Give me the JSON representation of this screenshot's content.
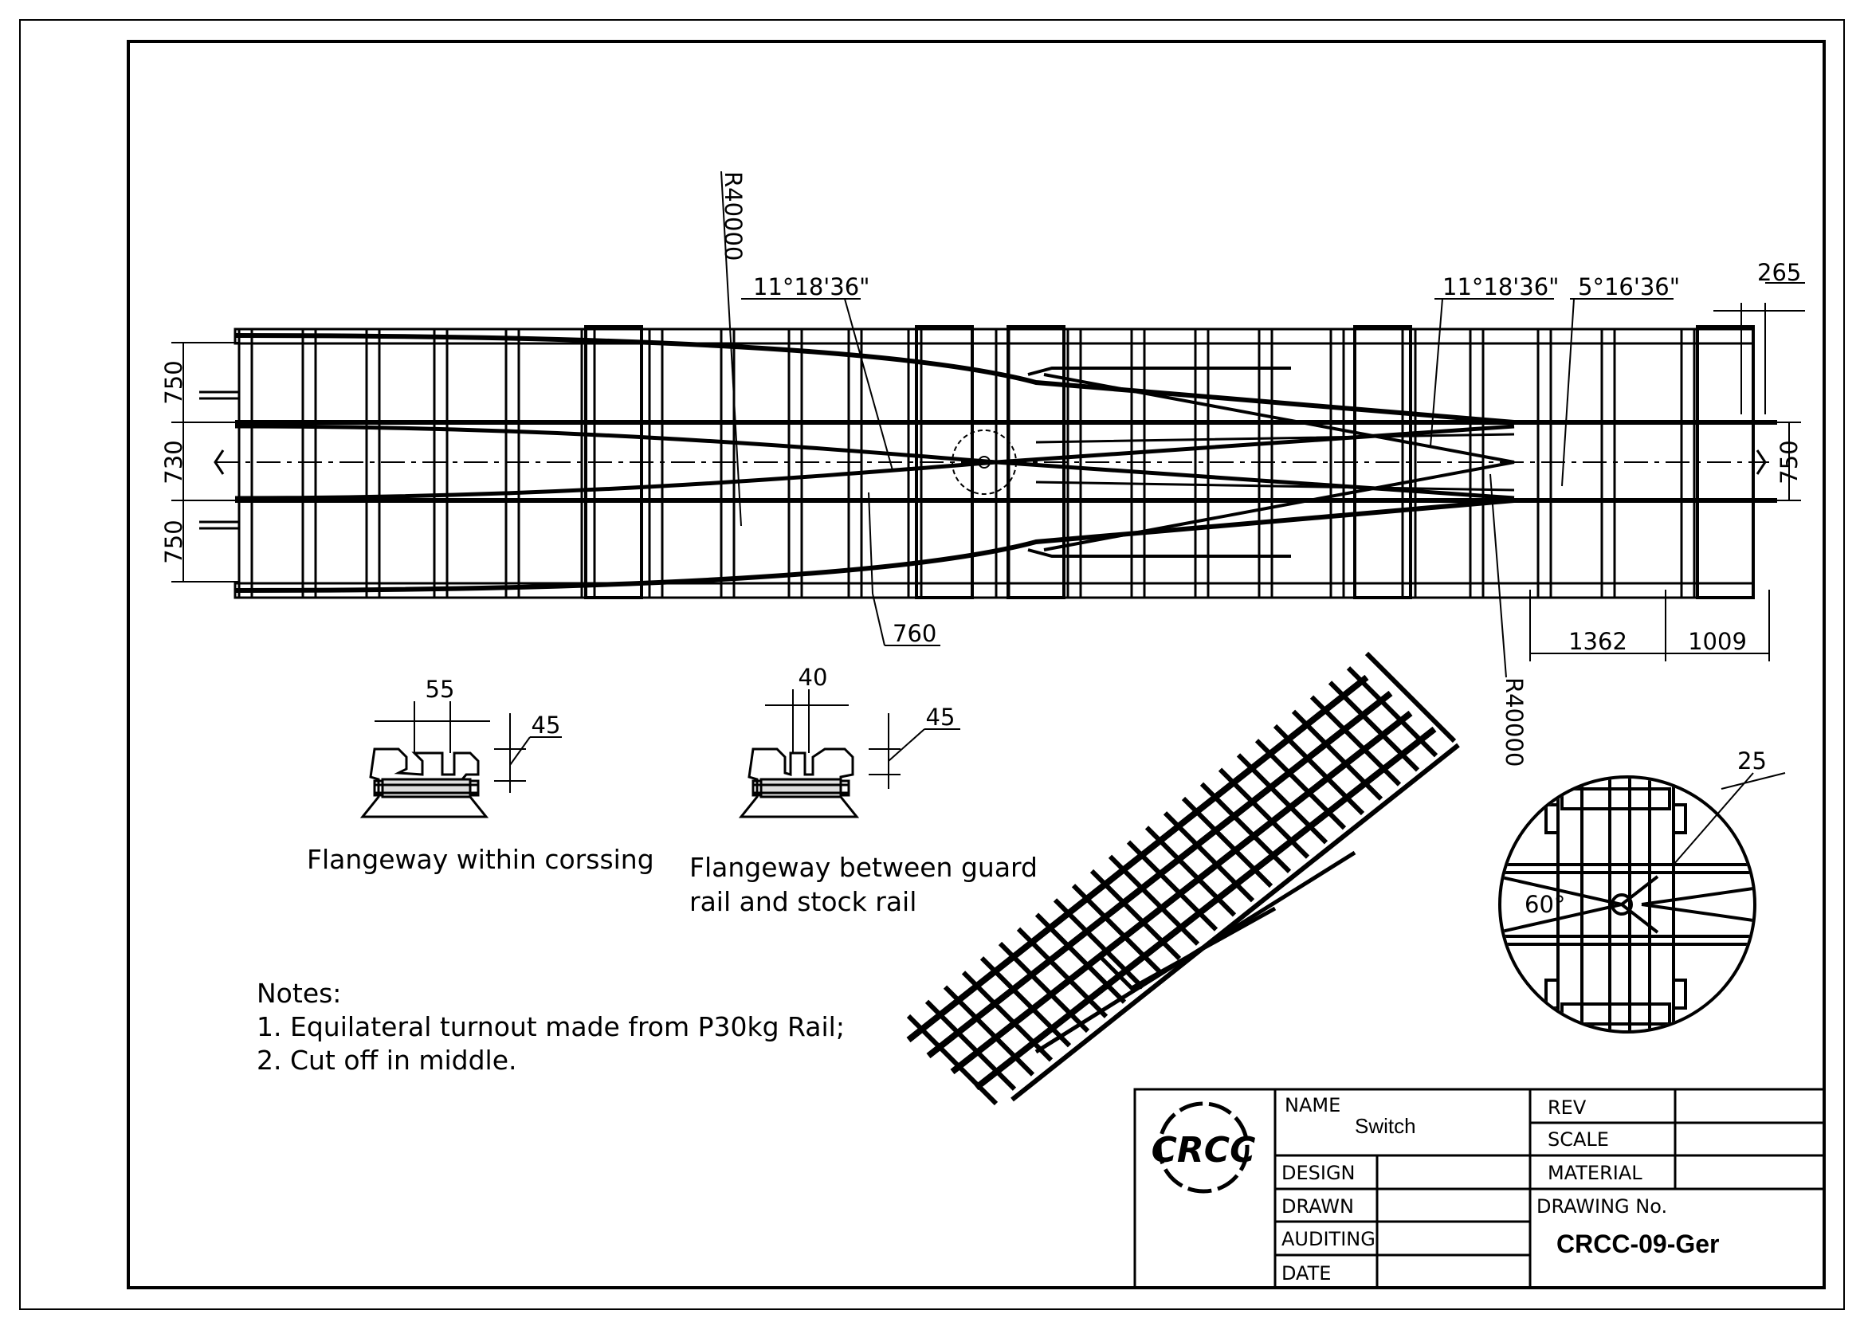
{
  "dimensions": {
    "radius_top": "R40000",
    "radius_bottom": "R40000",
    "angle_left": "11°18'36\"",
    "angle_right": "11°18'36\"",
    "angle_right_small": "5°16'36\"",
    "end_offset": "265",
    "gauge_top": "750",
    "gauge_mid": "730",
    "gauge_bot": "750",
    "gauge_right": "750",
    "guard_width": "760",
    "len_a": "1362",
    "len_b": "1009"
  },
  "section_crossing": {
    "width": "55",
    "depth": "45",
    "caption": "Flangeway within corssing"
  },
  "section_guard": {
    "width": "40",
    "depth": "45",
    "caption_line1": "Flangeway between guard",
    "caption_line2": "rail and stock rail"
  },
  "detail": {
    "offset": "25",
    "angle": "60°"
  },
  "notes": {
    "heading": "Notes:",
    "items": [
      "1. Equilateral turnout made from P30kg Rail;",
      "2. Cut off in middle."
    ]
  },
  "title_block": {
    "logo_text": "CRCC",
    "name_label": "NAME",
    "name_value": "Switch",
    "design_label": "DESIGN",
    "drawn_label": "DRAWN",
    "auditing_label": "AUDITING",
    "date_label": "DATE",
    "rev_label": "REV",
    "scale_label": "SCALE",
    "material_label": "MATERIAL",
    "drawing_no_label": "DRAWING No.",
    "drawing_no_value": "CRCC-09-Ger"
  }
}
